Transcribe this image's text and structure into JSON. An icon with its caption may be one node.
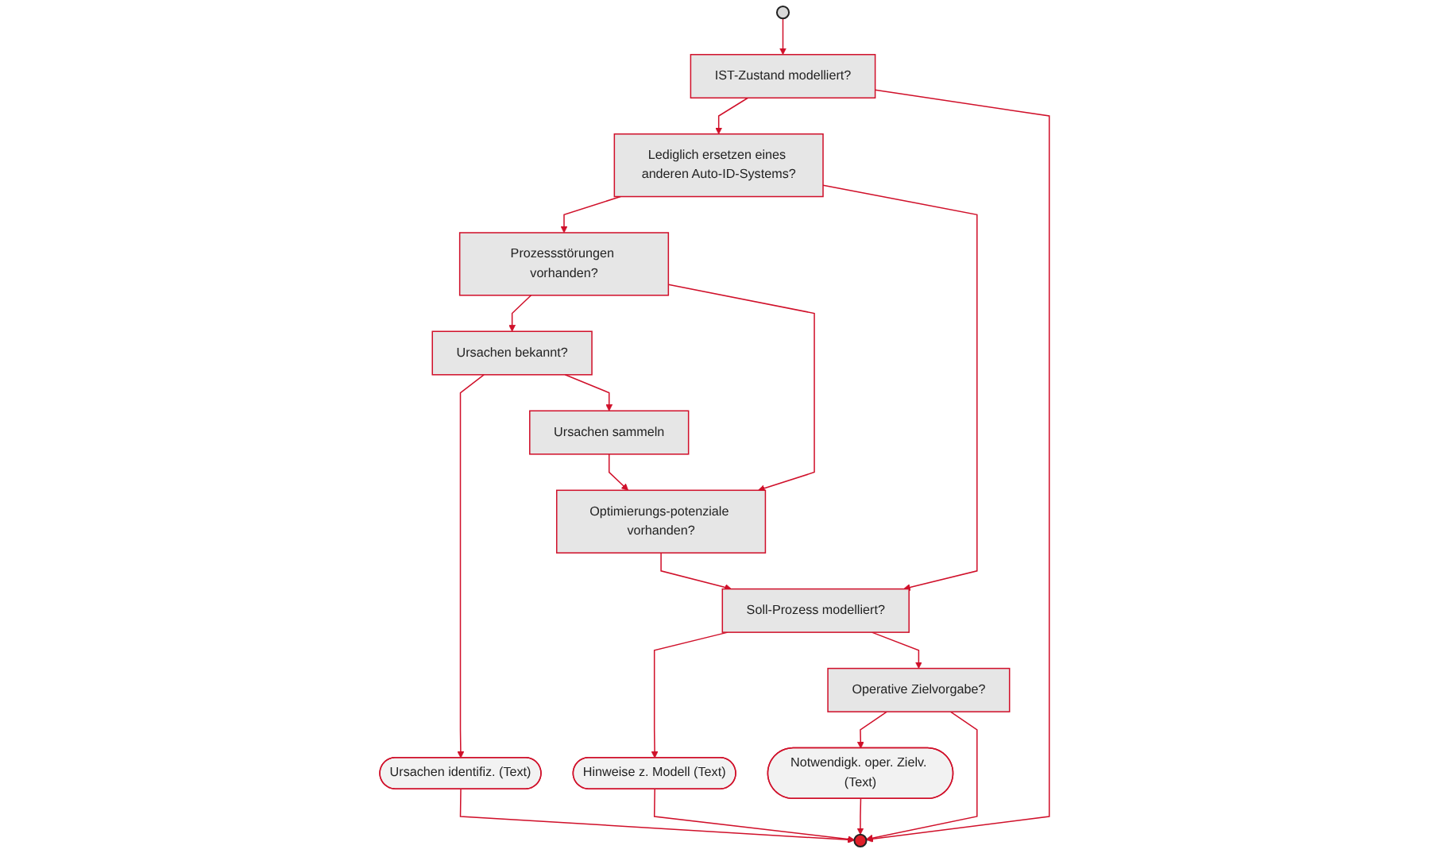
{
  "diagram": {
    "nodes": [
      {
        "text": [],
        "shape": "circle"
      },
      {
        "text": [
          "IST-Zustand modelliert?"
        ]
      },
      {
        "text": [
          "Lediglich ersetzen eines anderen Auto-ID-Systems?"
        ]
      },
      {
        "text": [
          "Prozessstörungen vorhanden?"
        ]
      },
      {
        "text": [
          "Ursachen bekannt?"
        ]
      },
      {
        "text": [
          "Ursachen identifiz. (Text)"
        ]
      },
      {
        "text": [
          "Hinweise z. Modell (Text)"
        ]
      },
      {
        "text": [
          "Soll-Prozess modelliert?"
        ]
      },
      {
        "text": [
          "Optimierungs-potenziale vorhanden?"
        ]
      },
      {
        "text": [
          "Ursachen sammeln"
        ]
      },
      {
        "text": [
          "Operative Zielvorgabe?"
        ]
      },
      {
        "text": [
          "Notwendigk. oper. Zielv. (Text)"
        ]
      },
      {
        "text": [],
        "shape": "circle"
      }
    ],
    "edges": [
      {
        "from": 0,
        "to": 1,
        "arrow": "to"
      },
      {
        "from": 1,
        "to": 2,
        "arrow": "to"
      },
      {
        "from": 2,
        "to": 3,
        "arrow": "to"
      },
      {
        "from": 3,
        "to": 4,
        "arrow": "to"
      },
      {
        "from": 4,
        "to": 5,
        "arrow": "to"
      },
      {
        "from": 2,
        "to": 7,
        "arrow": "to"
      },
      {
        "from": 3,
        "to": 8,
        "arrow": "to"
      },
      {
        "from": 4,
        "to": 9,
        "arrow": "to"
      },
      {
        "from": 9,
        "to": 8,
        "arrow": "to"
      },
      {
        "from": 8,
        "to": 7,
        "arrow": "to"
      },
      {
        "from": 7,
        "to": 6,
        "arrow": "to"
      },
      {
        "from": 7,
        "to": 10,
        "arrow": "to"
      },
      {
        "from": 10,
        "to": 11,
        "arrow": "to"
      },
      {
        "from": 10,
        "to": 12,
        "arrow": "to"
      },
      {
        "from": 1,
        "to": 12,
        "arrow": "to"
      },
      {
        "from": 6,
        "to": 12,
        "arrow": "to"
      },
      {
        "from": 5,
        "to": 12,
        "arrow": "to"
      },
      {
        "from": 11,
        "to": 12,
        "arrow": "to"
      }
    ]
  }
}
